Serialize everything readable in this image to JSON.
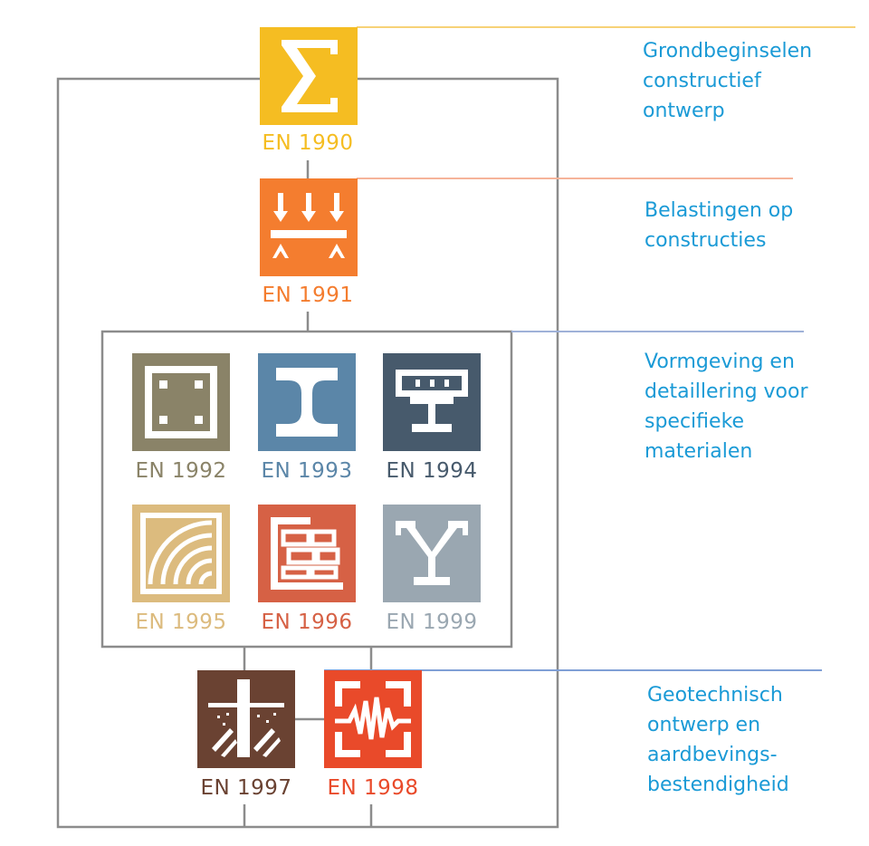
{
  "colors": {
    "frame": "#8c8c8c",
    "category_text": "#1a9ad6",
    "line_1": "#f7d277",
    "line_2": "#f6b49a",
    "line_3": "#9fb1d8",
    "line_4": "#7f9fd6"
  },
  "standards": [
    {
      "id": "en1990",
      "code": "EN 1990",
      "icon": "sigma-icon",
      "color": "#f5bd22"
    },
    {
      "id": "en1991",
      "code": "EN 1991",
      "icon": "loads-icon",
      "color": "#f47d2f"
    },
    {
      "id": "en1992",
      "code": "EN 1992",
      "icon": "concrete-section-icon",
      "color": "#8a8368"
    },
    {
      "id": "en1993",
      "code": "EN 1993",
      "icon": "steel-ibeam-icon",
      "color": "#5b86a8"
    },
    {
      "id": "en1994",
      "code": "EN 1994",
      "icon": "composite-beam-icon",
      "color": "#475a6c"
    },
    {
      "id": "en1995",
      "code": "EN 1995",
      "icon": "timber-rings-icon",
      "color": "#dcbb7e"
    },
    {
      "id": "en1996",
      "code": "EN 1996",
      "icon": "masonry-bricks-icon",
      "color": "#d66145"
    },
    {
      "id": "en1999",
      "code": "EN 1999",
      "icon": "aluminium-profile-icon",
      "color": "#9aa7b1"
    },
    {
      "id": "en1997",
      "code": "EN 1997",
      "icon": "foundation-pile-icon",
      "color": "#6a4232"
    },
    {
      "id": "en1998",
      "code": "EN 1998",
      "icon": "seismic-wave-icon",
      "color": "#e94a2a"
    }
  ],
  "categories": [
    {
      "id": "basis",
      "lines": [
        "Grondbeginselen",
        "constructief",
        "ontwerp"
      ]
    },
    {
      "id": "actions",
      "lines": [
        "Belastingen op",
        "constructies"
      ]
    },
    {
      "id": "materials",
      "lines": [
        "Vormgeving en",
        "detaillering voor",
        "specifieke",
        "materialen"
      ]
    },
    {
      "id": "geotechnical",
      "lines": [
        "Geotechnisch",
        "ontwerp en",
        "aardbevings-",
        "bestendigheid"
      ]
    }
  ]
}
